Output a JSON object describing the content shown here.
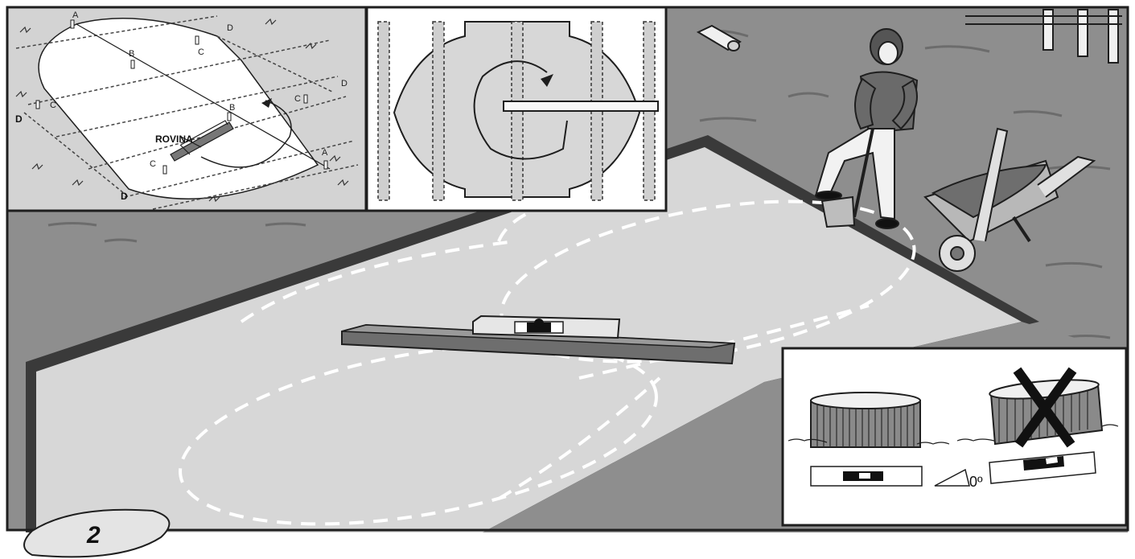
{
  "step_number": "2",
  "inset_top_left": {
    "label": "ROVINA",
    "markers": {
      "a": "A",
      "b": "B",
      "c": "C",
      "d": "D"
    }
  },
  "inset_bottom_right": {
    "angle_label": "0º"
  },
  "colors": {
    "ground": "#8e8e8e",
    "sand": "#d7d7d7",
    "border": "#1e1e1e",
    "excavation_edge": "#3a3a3a"
  }
}
